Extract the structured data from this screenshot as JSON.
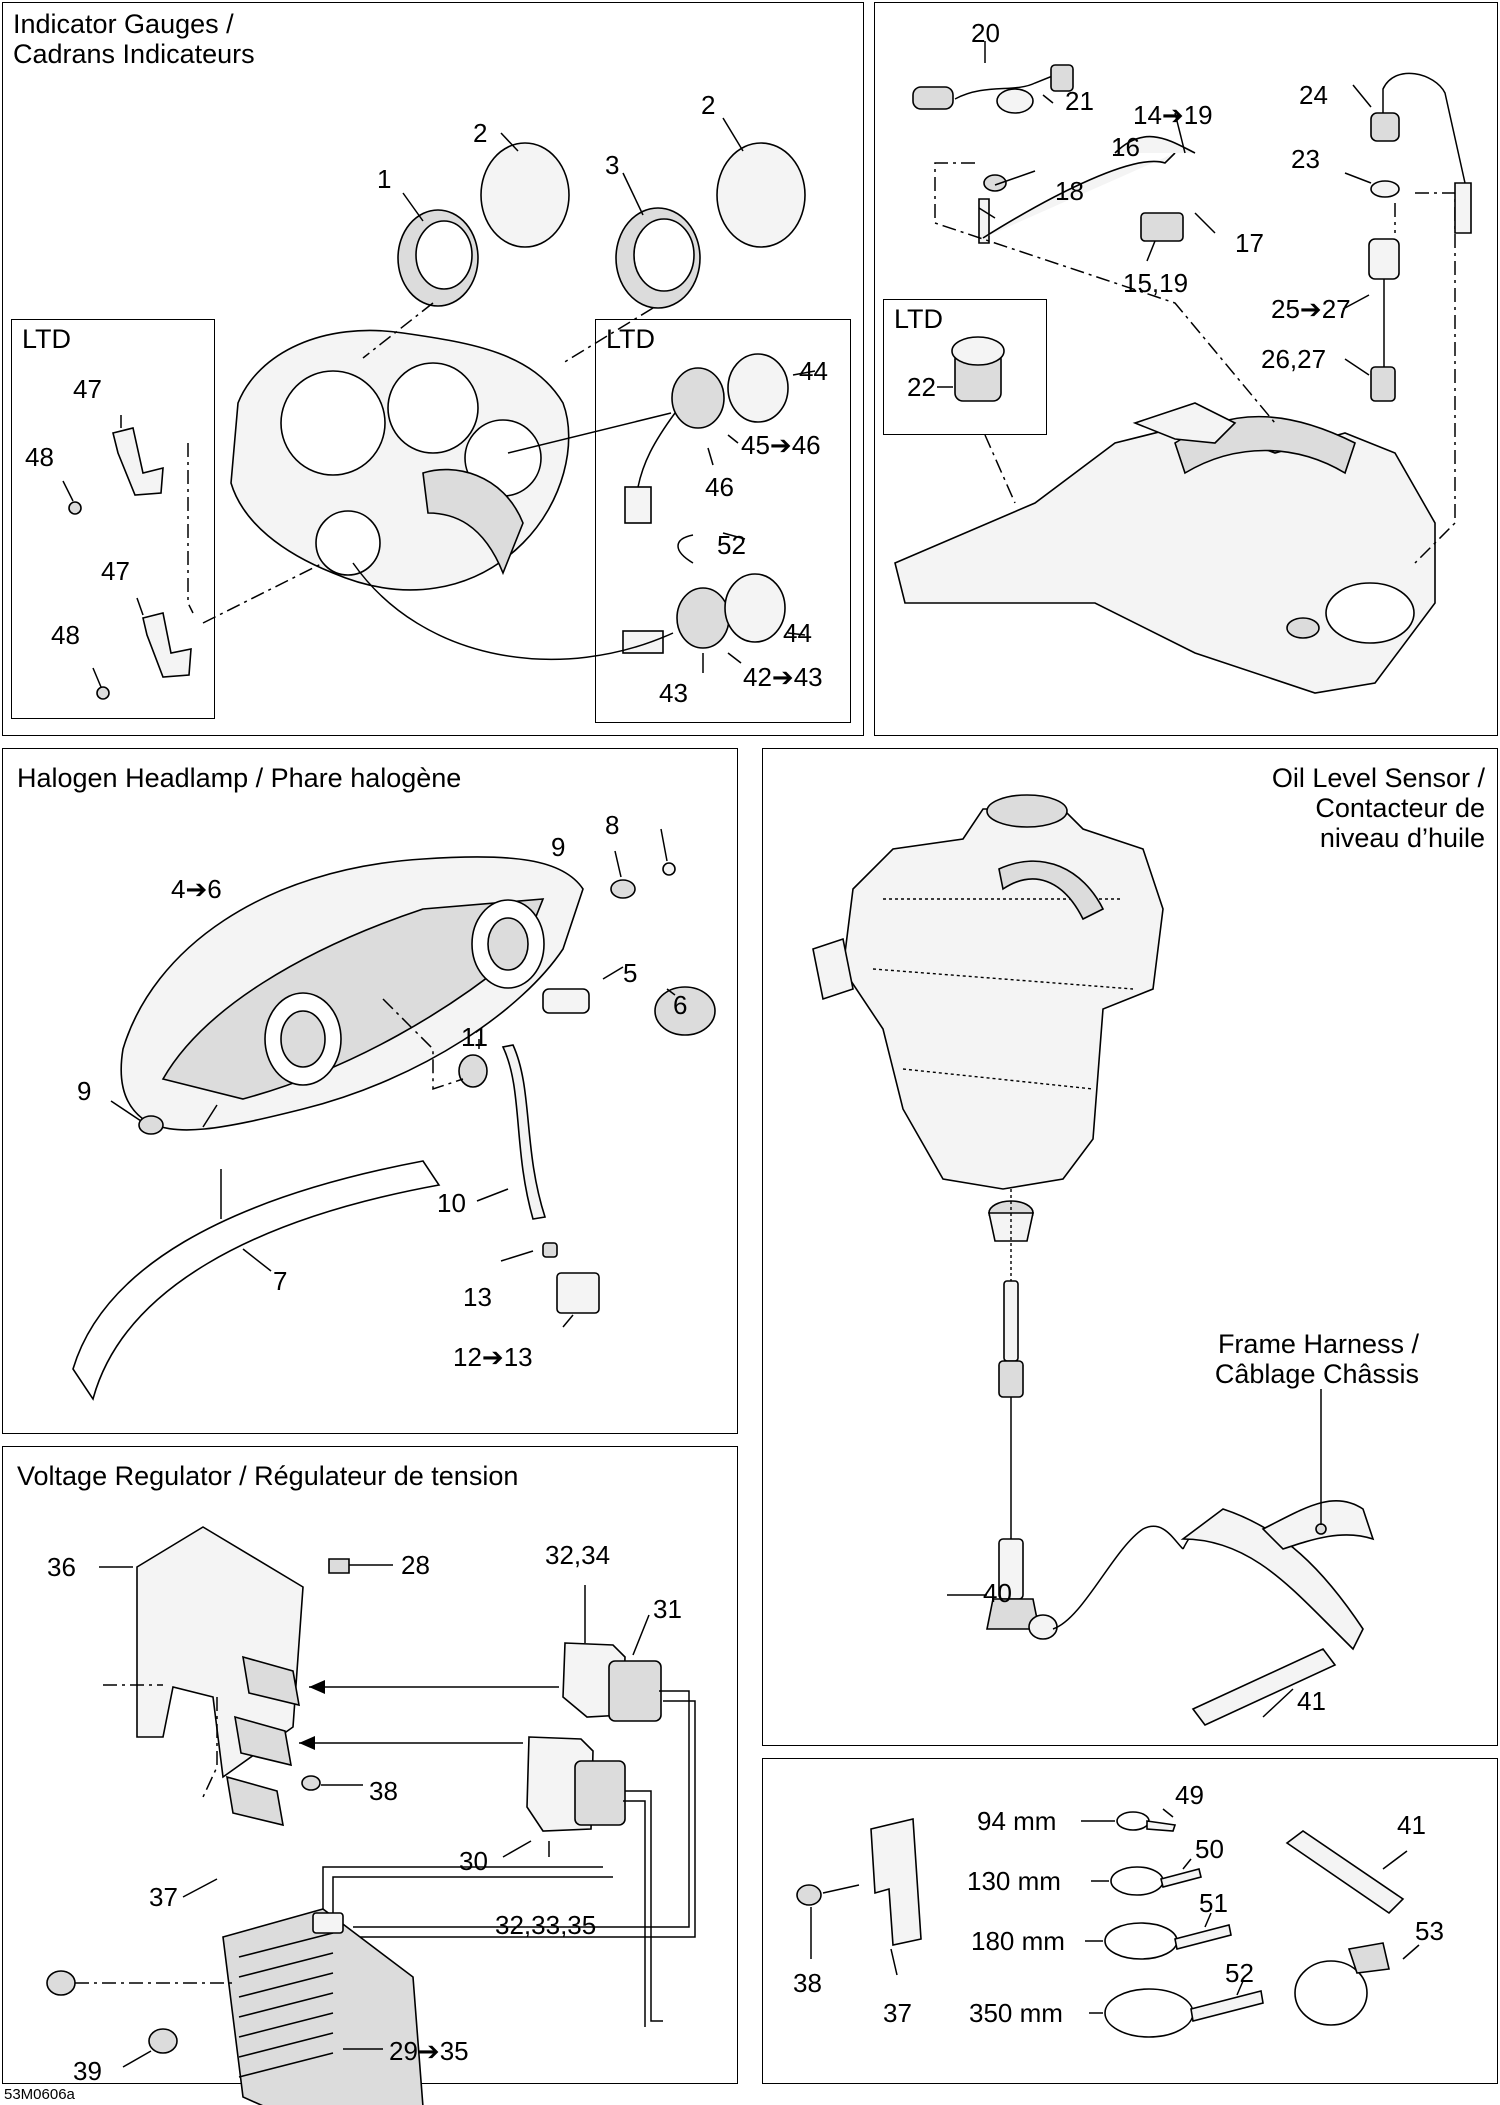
{
  "panels": {
    "gauges": {
      "title_line1": "Indicator Gauges /",
      "title_line2": "Cadrans Indicateurs",
      "ltd_left": "LTD",
      "ltd_right": "LTD",
      "labels": [
        "1",
        "2",
        "2",
        "3",
        "47",
        "48",
        "47",
        "48",
        "44",
        "45➔46",
        "46",
        "52",
        "44",
        "42➔43",
        "43"
      ]
    },
    "console": {
      "ltd": "LTD",
      "labels": [
        "20",
        "21",
        "14➔19",
        "16",
        "18",
        "17",
        "15,19",
        "24",
        "23",
        "25➔27",
        "26,27",
        "22"
      ]
    },
    "headlamp": {
      "title": "Halogen Headlamp / Phare halogène",
      "labels": [
        "8",
        "9",
        "4➔6",
        "5",
        "6",
        "11",
        "9",
        "10",
        "7",
        "13",
        "12➔13"
      ]
    },
    "oil": {
      "title_line1": "Oil Level Sensor /",
      "title_line2": "Contacteur de",
      "title_line3": "niveau d’huile",
      "harness_line1": "Frame Harness /",
      "harness_line2": "Câblage Châssis",
      "labels": [
        "40",
        "41"
      ]
    },
    "regulator": {
      "title": "Voltage Regulator / Régulateur de tension",
      "labels": [
        "36",
        "28",
        "32,34",
        "31",
        "30",
        "38",
        "37",
        "32,33,35",
        "39",
        "29➔35"
      ]
    },
    "ties": {
      "sizes": [
        "94 mm",
        "130 mm",
        "180 mm",
        "350 mm"
      ],
      "labels": [
        "49",
        "50",
        "51",
        "52",
        "41",
        "53",
        "38",
        "37"
      ]
    }
  },
  "footer_code": "53M0606a"
}
